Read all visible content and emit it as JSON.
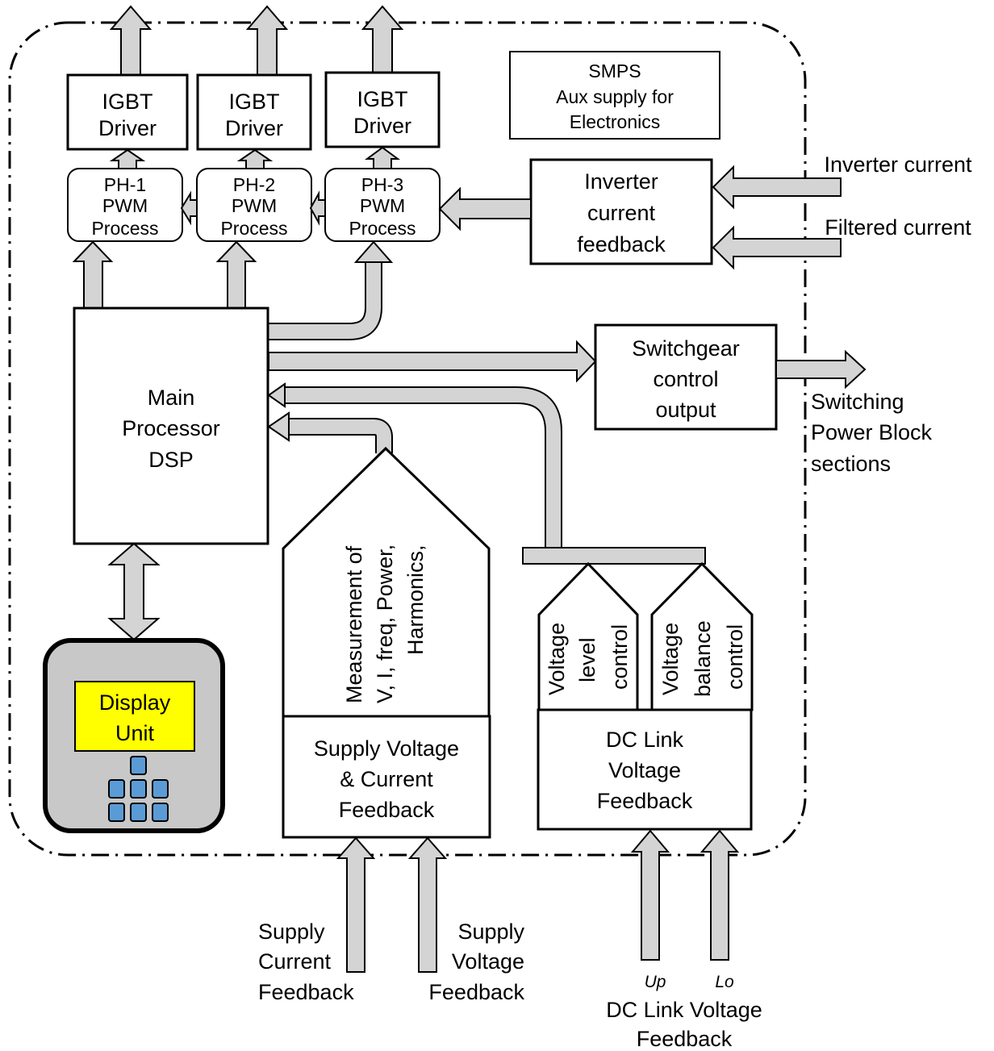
{
  "labels": {
    "igbt1_a": "IGBT",
    "igbt1_b": "Driver",
    "igbt2_a": "IGBT",
    "igbt2_b": "Driver",
    "igbt3_a": "IGBT",
    "igbt3_b": "Driver",
    "pwm1_a": "PH-1",
    "pwm1_b": "PWM",
    "pwm1_c": "Process",
    "pwm2_a": "PH-2",
    "pwm2_b": "PWM",
    "pwm2_c": "Process",
    "pwm3_a": "PH-3",
    "pwm3_b": "PWM",
    "pwm3_c": "Process",
    "smps_a": "SMPS",
    "smps_b": "Aux supply for",
    "smps_c": "Electronics",
    "icf_a": "Inverter",
    "icf_b": "current",
    "icf_c": "feedback",
    "inverter_current": "Inverter current",
    "filtered_current": "Filtered current",
    "dsp_a": "Main",
    "dsp_b": "Processor",
    "dsp_c": "DSP",
    "sw_a": "Switchgear",
    "sw_b": "control",
    "sw_c": "output",
    "spb_a": "Switching",
    "spb_b": "Power Block",
    "spb_c": "sections",
    "meas_a": "Measurement of",
    "meas_b": "V, I, freq, Power,",
    "meas_c": "Harmonics,",
    "svcf_a": "Supply Voltage",
    "svcf_b": "& Current",
    "svcf_c": "Feedback",
    "vlc_a": "Voltage",
    "vlc_b": "level",
    "vlc_c": "control",
    "vbc_a": "Voltage",
    "vbc_b": "balance",
    "vbc_c": "control",
    "dclink_a": "DC Link",
    "dclink_b": "Voltage",
    "dclink_c": "Feedback",
    "disp_a": "Display",
    "disp_b": "Unit",
    "scf_a": "Supply",
    "scf_b": "Current",
    "scf_c": "Feedback",
    "svf_a": "Supply",
    "svf_b": "Voltage",
    "svf_c": "Feedback",
    "up": "Up",
    "lo": "Lo",
    "dcvf_a": "DC Link Voltage",
    "dcvf_b": "Feedback"
  },
  "colors": {
    "arrow_fill": "#d4d4d4",
    "display_screen": "#ffff00",
    "display_body": "#c8c8c8",
    "keypad_keys": "#5b9bd5"
  }
}
